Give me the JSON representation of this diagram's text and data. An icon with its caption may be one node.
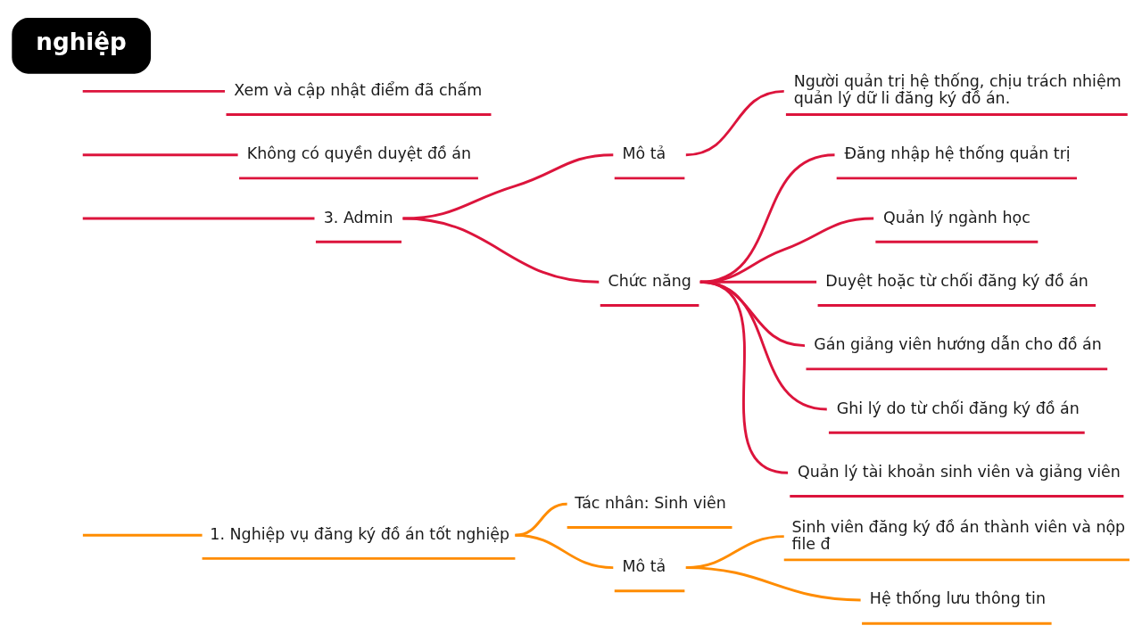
{
  "diagram": {
    "nodes": [
      {
        "text": [
          "nghiệp"
        ]
      },
      {
        "text": [
          "Xem và cập nhật điểm đã chấm"
        ]
      },
      {
        "text": [
          "Không có quyền duyệt đồ án"
        ]
      },
      {
        "text": [
          "3. Admin"
        ]
      },
      {
        "text": [
          "Mô tả"
        ]
      },
      {
        "text": [
          "Người quản trị hệ thống, chịu trách nhiệm quản lý dữ li đăng ký đồ án."
        ]
      },
      {
        "text": [
          "Chức năng"
        ]
      },
      {
        "text": [
          "Đăng nhập hệ thống quản trị"
        ]
      },
      {
        "text": [
          "Quản lý ngành học"
        ]
      },
      {
        "text": [
          "Duyệt hoặc từ chối đăng ký đồ án"
        ]
      },
      {
        "text": [
          "Gán giảng viên hướng dẫn cho đồ án"
        ]
      },
      {
        "text": [
          "Ghi lý do từ chối đăng ký đồ án"
        ]
      },
      {
        "text": [
          "Quản lý tài khoản sinh viên và giảng viên"
        ]
      },
      {
        "text": [
          "1. Nghiệp vụ đăng ký đồ án tốt nghiệp"
        ]
      },
      {
        "text": [
          "Tác nhân: Sinh viên"
        ]
      },
      {
        "text": [
          "Mô tả"
        ]
      },
      {
        "text": [
          "Sinh viên đăng ký đồ án thành viên và nộp file đ"
        ]
      },
      {
        "text": [
          "Hệ thống lưu thông tin"
        ]
      }
    ],
    "edges": [
      {
        "from": null,
        "to": 1,
        "arrow": "none"
      },
      {
        "from": null,
        "to": 2,
        "arrow": "none"
      },
      {
        "from": null,
        "to": 3,
        "arrow": "none"
      },
      {
        "from": 3,
        "to": 4,
        "arrow": "none"
      },
      {
        "from": 4,
        "to": 5,
        "arrow": "none"
      },
      {
        "from": 3,
        "to": 6,
        "arrow": "none"
      },
      {
        "from": 6,
        "to": 7,
        "arrow": "none"
      },
      {
        "from": 6,
        "to": 8,
        "arrow": "none"
      },
      {
        "from": 6,
        "to": 9,
        "arrow": "none"
      },
      {
        "from": 6,
        "to": 10,
        "arrow": "none"
      },
      {
        "from": 6,
        "to": 11,
        "arrow": "none"
      },
      {
        "from": 6,
        "to": 12,
        "arrow": "none"
      },
      {
        "from": null,
        "to": 13,
        "arrow": "none",
        "color": "#ff8c00"
      },
      {
        "from": 13,
        "to": 14,
        "arrow": "none",
        "color": "#ff8c00"
      },
      {
        "from": 13,
        "to": 15,
        "arrow": "none",
        "color": "#ff8c00"
      },
      {
        "from": 15,
        "to": 16,
        "arrow": "none",
        "color": "#ff8c00"
      },
      {
        "from": 15,
        "to": 17,
        "arrow": "none",
        "color": "#ff8c00"
      }
    ]
  }
}
